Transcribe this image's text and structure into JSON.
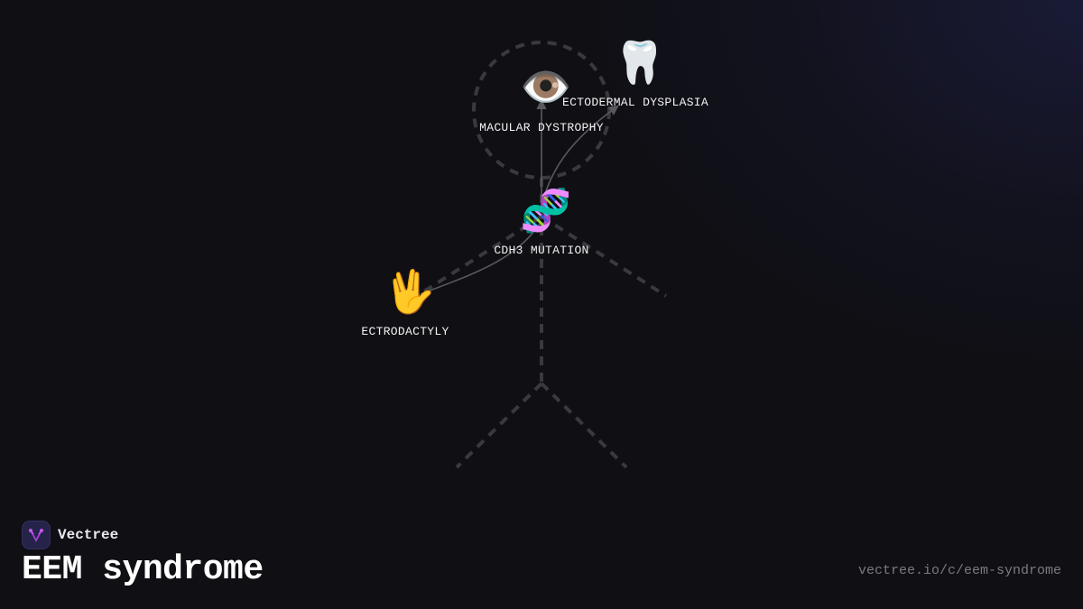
{
  "diagram": {
    "type": "body-figure",
    "nodes": [
      {
        "id": "macular",
        "label": "MACULAR DYSTROPHY",
        "icon": "eye-icon",
        "emoji": "👁️"
      },
      {
        "id": "ectodermal",
        "label": "ECTODERMAL DYSPLASIA",
        "icon": "tooth-icon",
        "emoji": "🦷"
      },
      {
        "id": "cdh3",
        "label": "CDH3 MUTATION",
        "icon": "dna-icon",
        "emoji": "🧬"
      },
      {
        "id": "ectrodactyly",
        "label": "ECTRODACTYLY",
        "icon": "vulcan-hand-icon",
        "emoji": "🖖"
      }
    ],
    "edges": [
      {
        "from": "cdh3",
        "to": "macular"
      },
      {
        "from": "cdh3",
        "to": "ectodermal"
      },
      {
        "from": "cdh3",
        "to": "ectrodactyly"
      }
    ],
    "colors": {
      "background": "#0f0f14",
      "figure_stroke": "#3a3a3e",
      "edge_stroke": "#5a5a5e",
      "label": "#f2f2f2"
    }
  },
  "footer": {
    "brand_name": "Vectree",
    "title": "EEM syndrome",
    "url": "vectree.io/c/eem-syndrome",
    "brand_color": "#a63fd9"
  }
}
